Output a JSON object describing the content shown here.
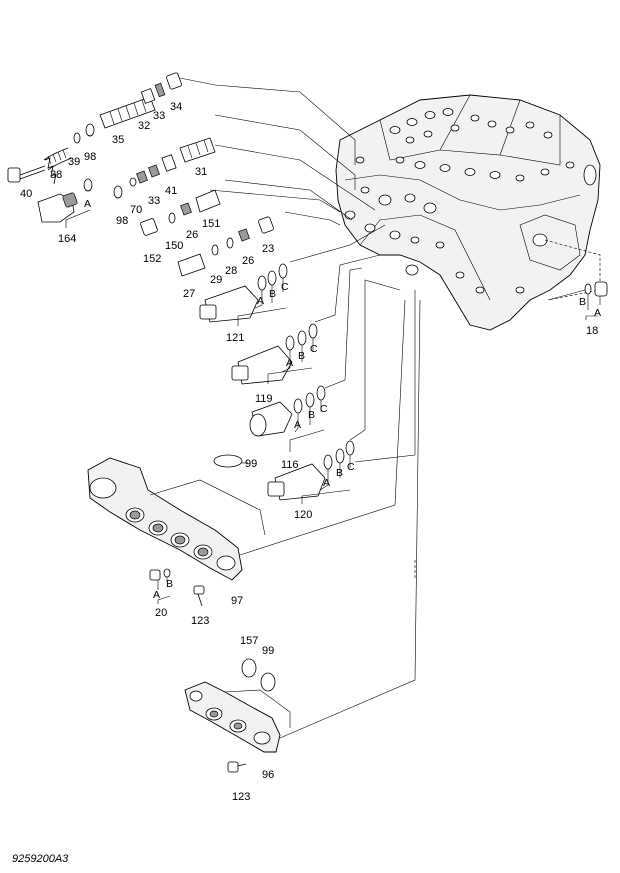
{
  "figure_code": "9259200A3",
  "labels": {
    "l40": "40",
    "l38": "38",
    "l39": "39",
    "l98a": "98",
    "l35": "35",
    "l32": "32",
    "l33a": "33",
    "l34": "34",
    "l164": "164",
    "lA0": "A",
    "l98b": "98",
    "l70": "70",
    "l33b": "33",
    "l41": "41",
    "l31": "31",
    "l152": "152",
    "l150": "150",
    "l26a": "26",
    "l151": "151",
    "l29": "29",
    "l28": "28",
    "l26b": "26",
    "l23": "23",
    "l27": "27",
    "l121": "121",
    "lA1": "A",
    "lB1": "B",
    "lC1": "C",
    "l119": "119",
    "lA2": "A",
    "lB2": "B",
    "lC2": "C",
    "l116": "116",
    "lA3": "A",
    "lB3": "B",
    "lC3": "C",
    "l120": "120",
    "lA4": "A",
    "lB4": "B",
    "lC4": "C",
    "l99a": "99",
    "lA5": "A",
    "lB5": "B",
    "l20": "20",
    "l123a": "123",
    "l97": "97",
    "l157": "157",
    "l99b": "99",
    "l96": "96",
    "l123b": "123",
    "lB6": "B",
    "lA6": "A",
    "l18": "18"
  }
}
